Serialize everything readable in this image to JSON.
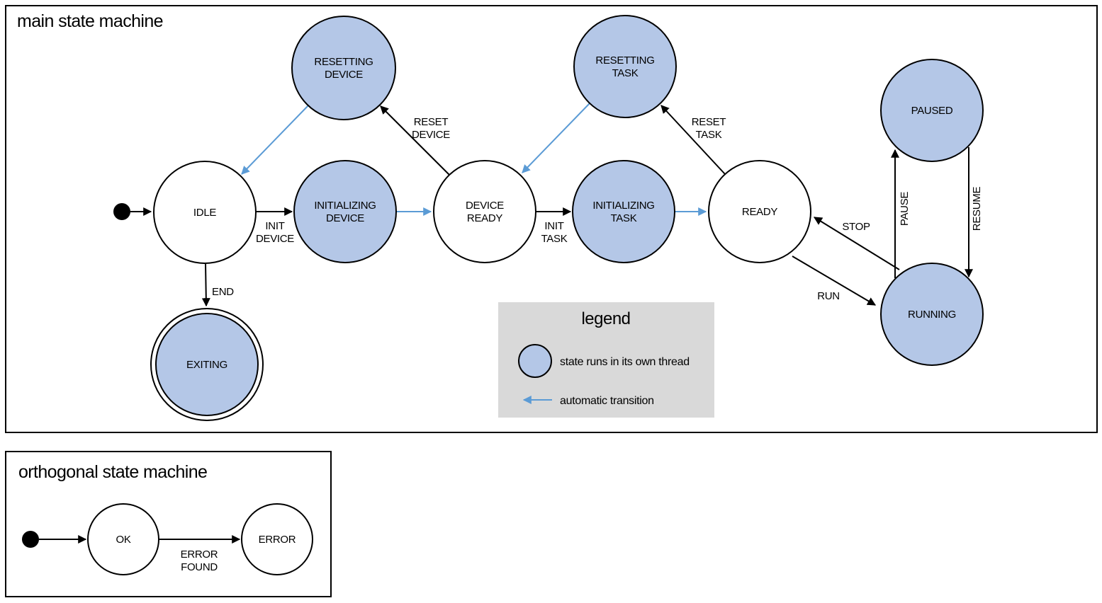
{
  "colors": {
    "threaded_state_fill": "#b4c7e7",
    "normal_state_fill": "#ffffff",
    "state_stroke": "#000000",
    "transition_color": "#000000",
    "auto_transition_color": "#5b9bd5",
    "legend_bg": "#d9d9d9"
  },
  "main_machine": {
    "title": "main state machine",
    "states": [
      {
        "name": "IDLE",
        "lines": [
          "IDLE"
        ],
        "threaded": false
      },
      {
        "name": "RESETTING DEVICE",
        "lines": [
          "RESETTING",
          "DEVICE"
        ],
        "threaded": true
      },
      {
        "name": "INITIALIZING DEVICE",
        "lines": [
          "INITIALIZING",
          "DEVICE"
        ],
        "threaded": true
      },
      {
        "name": "DEVICE READY",
        "lines": [
          "DEVICE",
          "READY"
        ],
        "threaded": false
      },
      {
        "name": "RESETTING TASK",
        "lines": [
          "RESETTING",
          "TASK"
        ],
        "threaded": true
      },
      {
        "name": "INITIALIZING TASK",
        "lines": [
          "INITIALIZING",
          "TASK"
        ],
        "threaded": true
      },
      {
        "name": "READY",
        "lines": [
          "READY"
        ],
        "threaded": false
      },
      {
        "name": "PAUSED",
        "lines": [
          "PAUSED"
        ],
        "threaded": true
      },
      {
        "name": "RUNNING",
        "lines": [
          "RUNNING"
        ],
        "threaded": true
      },
      {
        "name": "EXITING",
        "lines": [
          "EXITING"
        ],
        "threaded": true,
        "final": true
      }
    ],
    "transitions": [
      {
        "from": "IDLE",
        "to": "INITIALIZING DEVICE",
        "lines": [
          "INIT",
          "DEVICE"
        ]
      },
      {
        "from": "DEVICE READY",
        "to": "RESETTING DEVICE",
        "lines": [
          "RESET",
          "DEVICE"
        ]
      },
      {
        "from": "DEVICE READY",
        "to": "INITIALIZING TASK",
        "lines": [
          "INIT",
          "TASK"
        ]
      },
      {
        "from": "READY",
        "to": "RESETTING TASK",
        "lines": [
          "RESET",
          "TASK"
        ]
      },
      {
        "from": "RUNNING",
        "to": "READY",
        "lines": [
          "STOP"
        ]
      },
      {
        "from": "READY",
        "to": "RUNNING",
        "lines": [
          "RUN"
        ]
      },
      {
        "from": "RUNNING",
        "to": "PAUSED",
        "lines": [
          "PAUSE"
        ]
      },
      {
        "from": "PAUSED",
        "to": "RUNNING",
        "lines": [
          "RESUME"
        ]
      },
      {
        "from": "IDLE",
        "to": "EXITING",
        "lines": [
          "END"
        ]
      }
    ],
    "auto_transitions": [
      {
        "from": "RESETTING DEVICE",
        "to": "IDLE"
      },
      {
        "from": "INITIALIZING DEVICE",
        "to": "DEVICE READY"
      },
      {
        "from": "RESETTING TASK",
        "to": "DEVICE READY"
      },
      {
        "from": "INITIALIZING TASK",
        "to": "READY"
      }
    ]
  },
  "legend": {
    "title": "legend",
    "thread_item_label": "state runs in its own thread",
    "auto_item_label": "automatic transition"
  },
  "orthogonal_machine": {
    "title": "orthogonal state machine",
    "states": [
      {
        "name": "OK",
        "lines": [
          "OK"
        ]
      },
      {
        "name": "ERROR",
        "lines": [
          "ERROR"
        ]
      }
    ],
    "transitions": [
      {
        "from": "OK",
        "to": "ERROR",
        "lines": [
          "ERROR",
          "FOUND"
        ]
      }
    ]
  }
}
